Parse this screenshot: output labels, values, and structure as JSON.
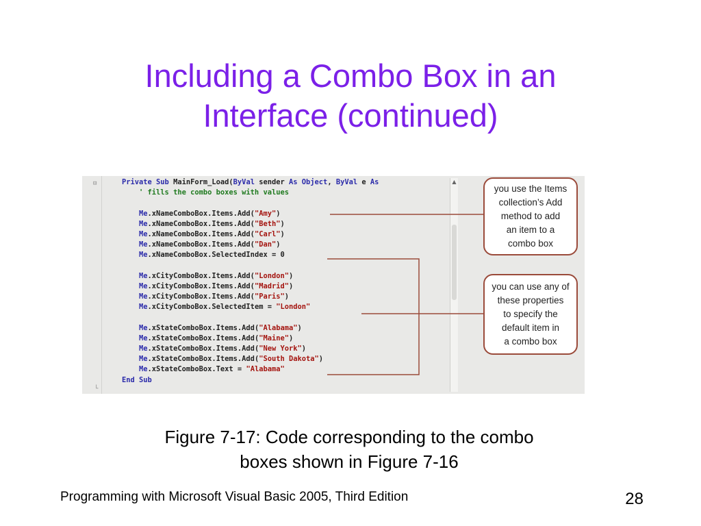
{
  "slide": {
    "title_line1": "Including a Combo Box in an",
    "title_line2": "Interface (continued)",
    "caption_line1": "Figure 7-17: Code corresponding to the combo",
    "caption_line2": "boxes shown in Figure 7-16",
    "footer": "Programming with Microsoft Visual Basic 2005, Third Edition",
    "page_number": "28"
  },
  "figure": {
    "code_lines": [
      [
        {
          "t": "Private Sub ",
          "c": "kw"
        },
        {
          "t": "MainForm_Load(",
          "c": ""
        },
        {
          "t": "ByVal",
          "c": "kw"
        },
        {
          "t": " sender ",
          "c": ""
        },
        {
          "t": "As Object",
          "c": "kw"
        },
        {
          "t": ", ",
          "c": ""
        },
        {
          "t": "ByVal",
          "c": "kw"
        },
        {
          "t": " e ",
          "c": ""
        },
        {
          "t": "As",
          "c": "kw"
        }
      ],
      [
        {
          "t": "    ' fills the combo boxes with values",
          "c": "cm"
        }
      ],
      [
        {
          "t": "",
          "c": ""
        }
      ],
      [
        {
          "t": "    Me",
          "c": "kw"
        },
        {
          "t": ".xNameComboBox.Items.Add(",
          "c": ""
        },
        {
          "t": "\"Amy\"",
          "c": "str"
        },
        {
          "t": ")",
          "c": ""
        }
      ],
      [
        {
          "t": "    Me",
          "c": "kw"
        },
        {
          "t": ".xNameComboBox.Items.Add(",
          "c": ""
        },
        {
          "t": "\"Beth\"",
          "c": "str"
        },
        {
          "t": ")",
          "c": ""
        }
      ],
      [
        {
          "t": "    Me",
          "c": "kw"
        },
        {
          "t": ".xNameComboBox.Items.Add(",
          "c": ""
        },
        {
          "t": "\"Carl\"",
          "c": "str"
        },
        {
          "t": ")",
          "c": ""
        }
      ],
      [
        {
          "t": "    Me",
          "c": "kw"
        },
        {
          "t": ".xNameComboBox.Items.Add(",
          "c": ""
        },
        {
          "t": "\"Dan\"",
          "c": "str"
        },
        {
          "t": ")",
          "c": ""
        }
      ],
      [
        {
          "t": "    Me",
          "c": "kw"
        },
        {
          "t": ".xNameComboBox.SelectedIndex = 0",
          "c": ""
        }
      ],
      [
        {
          "t": "",
          "c": ""
        }
      ],
      [
        {
          "t": "    Me",
          "c": "kw"
        },
        {
          "t": ".xCityComboBox.Items.Add(",
          "c": ""
        },
        {
          "t": "\"London\"",
          "c": "str"
        },
        {
          "t": ")",
          "c": ""
        }
      ],
      [
        {
          "t": "    Me",
          "c": "kw"
        },
        {
          "t": ".xCityComboBox.Items.Add(",
          "c": ""
        },
        {
          "t": "\"Madrid\"",
          "c": "str"
        },
        {
          "t": ")",
          "c": ""
        }
      ],
      [
        {
          "t": "    Me",
          "c": "kw"
        },
        {
          "t": ".xCityComboBox.Items.Add(",
          "c": ""
        },
        {
          "t": "\"Paris\"",
          "c": "str"
        },
        {
          "t": ")",
          "c": ""
        }
      ],
      [
        {
          "t": "    Me",
          "c": "kw"
        },
        {
          "t": ".xCityComboBox.SelectedItem = ",
          "c": ""
        },
        {
          "t": "\"London\"",
          "c": "str"
        }
      ],
      [
        {
          "t": "",
          "c": ""
        }
      ],
      [
        {
          "t": "    Me",
          "c": "kw"
        },
        {
          "t": ".xStateComboBox.Items.Add(",
          "c": ""
        },
        {
          "t": "\"Alabama\"",
          "c": "str"
        },
        {
          "t": ")",
          "c": ""
        }
      ],
      [
        {
          "t": "    Me",
          "c": "kw"
        },
        {
          "t": ".xStateComboBox.Items.Add(",
          "c": ""
        },
        {
          "t": "\"Maine\"",
          "c": "str"
        },
        {
          "t": ")",
          "c": ""
        }
      ],
      [
        {
          "t": "    Me",
          "c": "kw"
        },
        {
          "t": ".xStateComboBox.Items.Add(",
          "c": ""
        },
        {
          "t": "\"New York\"",
          "c": "str"
        },
        {
          "t": ")",
          "c": ""
        }
      ],
      [
        {
          "t": "    Me",
          "c": "kw"
        },
        {
          "t": ".xStateComboBox.Items.Add(",
          "c": ""
        },
        {
          "t": "\"South Dakota\"",
          "c": "str"
        },
        {
          "t": ")",
          "c": ""
        }
      ],
      [
        {
          "t": "    Me",
          "c": "kw"
        },
        {
          "t": ".xStateComboBox.Text = ",
          "c": ""
        },
        {
          "t": "\"Alabama\"",
          "c": "str"
        }
      ],
      [
        {
          "t": "End Sub",
          "c": "kw"
        }
      ]
    ],
    "callout_1": [
      "you use the Items",
      "collection’s Add",
      "method to add",
      "an item to a",
      "combo box"
    ],
    "callout_2": [
      "you can use any of",
      "these properties",
      "to specify the",
      "default item in",
      "a combo box"
    ],
    "colors": {
      "title": "#7b20e8",
      "keyword": "#2b2baa",
      "string": "#a4140f",
      "comment": "#1f7a1f",
      "callout_border": "#9a4a3a"
    }
  }
}
